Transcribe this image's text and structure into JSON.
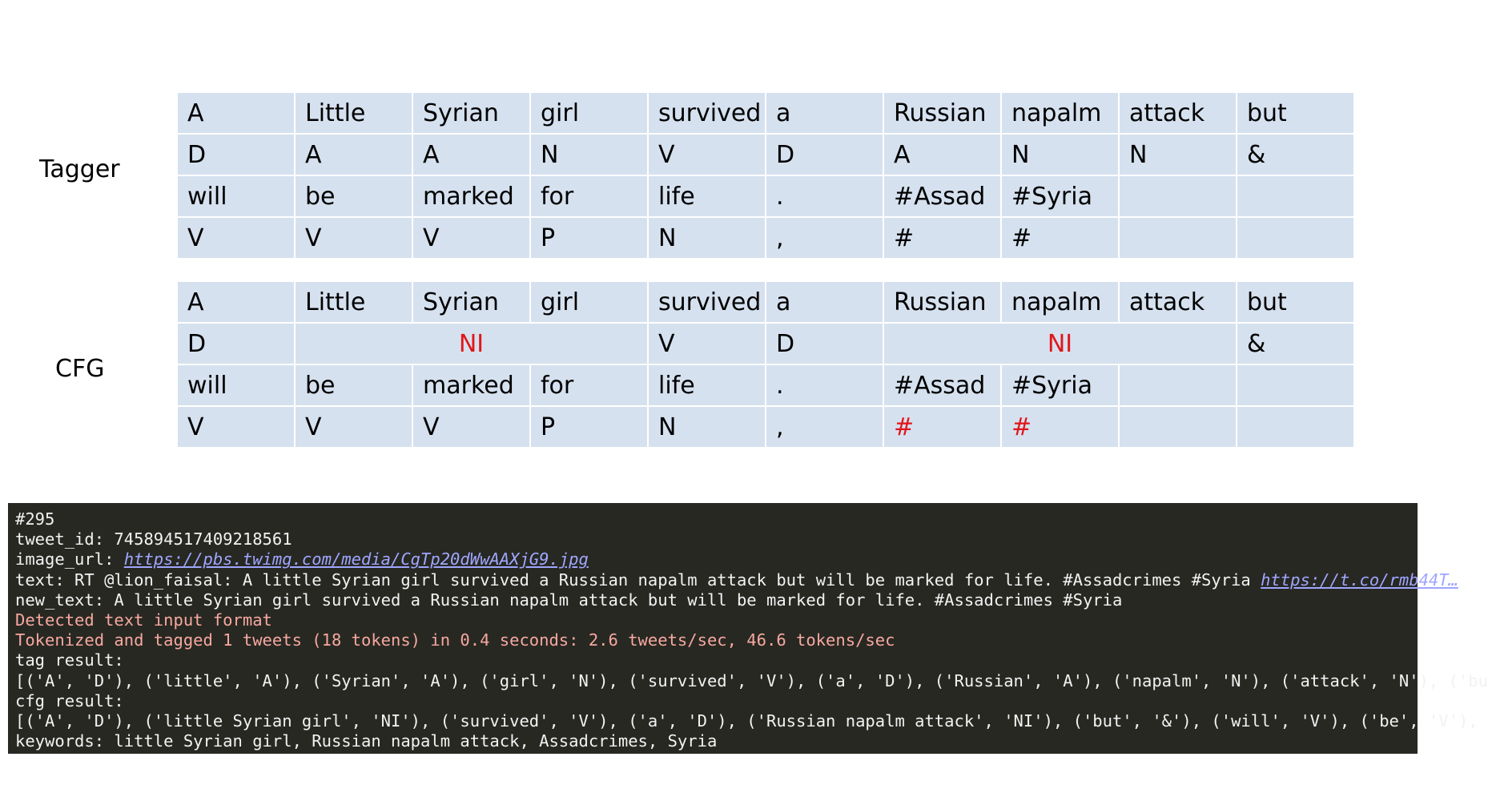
{
  "labels": {
    "tagger": "Tagger",
    "cfg": "CFG"
  },
  "tagger_table": [
    [
      "A",
      "Little",
      "Syrian",
      "girl",
      "survived",
      "a",
      "Russian",
      "napalm",
      "attack",
      "but"
    ],
    [
      "D",
      "A",
      "A",
      "N",
      "V",
      "D",
      "A",
      "N",
      "N",
      "&"
    ],
    [
      "will",
      "be",
      "marked",
      "for",
      "life",
      ".",
      "#Assad",
      "#Syria",
      "",
      ""
    ],
    [
      "V",
      "V",
      "V",
      "P",
      "N",
      ",",
      "#",
      "#",
      "",
      ""
    ]
  ],
  "cfg_table": {
    "row1": [
      "A",
      "Little",
      "Syrian",
      "girl",
      "survived",
      "a",
      "Russian",
      "napalm",
      "attack",
      "but"
    ],
    "row2": {
      "d": "D",
      "ni1": "NI",
      "v": "V",
      "d2": "D",
      "ni2": "NI",
      "amp": "&"
    },
    "row3": [
      "will",
      "be",
      "marked",
      "for",
      "life",
      ".",
      "#Assad",
      "#Syria",
      "",
      ""
    ],
    "row4": [
      "V",
      "V",
      "V",
      "P",
      "N",
      ",",
      "#",
      "#",
      "",
      ""
    ]
  },
  "terminal": {
    "id_line": "#295",
    "tweet_id_line": "tweet_id: 745894517409218561",
    "image_url_prefix": "image_url: ",
    "image_url": "https://pbs.twimg.com/media/CgTp20dWwAAXjG9.jpg",
    "text_prefix": "text: RT @lion_faisal: A little Syrian girl survived a Russian napalm attack but will be marked for life. #Assadcrimes #Syria ",
    "text_link": "https://t.co/rmb44T…",
    "new_text_line": "new_text: A little Syrian girl survived a Russian napalm attack but will be marked for life. #Assadcrimes #Syria",
    "detected_line": "Detected text input format",
    "tokenized_line": "Tokenized and tagged 1 tweets (18 tokens) in 0.4 seconds: 2.6 tweets/sec, 46.6 tokens/sec",
    "tag_result_label": "tag result:",
    "tag_result_line": "[('A', 'D'), ('little', 'A'), ('Syrian', 'A'), ('girl', 'N'), ('survived', 'V'), ('a', 'D'), ('Russian', 'A'), ('napalm', 'N'), ('attack', 'N'), ('bu",
    "cfg_result_label": "cfg result:",
    "cfg_result_line": "[('A', 'D'), ('little Syrian girl', 'NI'), ('survived', 'V'), ('a', 'D'), ('Russian napalm attack', 'NI'), ('but', '&'), ('will', 'V'), ('be', 'V'),",
    "keywords_line": "keywords: little Syrian girl, Russian napalm attack, Assadcrimes, Syria"
  }
}
